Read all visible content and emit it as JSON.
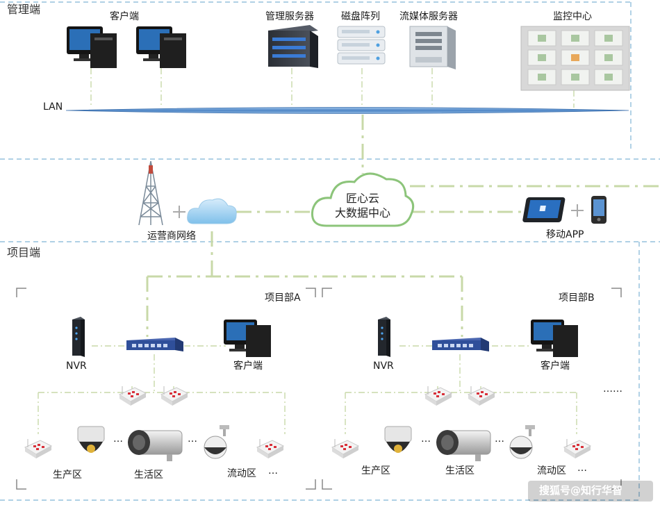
{
  "management": {
    "section_title": "管理端",
    "clients_label": "客户端",
    "mgmt_server_label": "管理服务器",
    "disk_array_label": "磁盘阵列",
    "media_server_label": "流媒体服务器",
    "monitor_center_label": "监控中心",
    "lan_label": "LAN"
  },
  "cloud": {
    "line1": "匠心云",
    "line2": "大数据中心",
    "carrier_label": "运营商网络",
    "mobile_label": "移动APP",
    "plus": "+"
  },
  "project": {
    "section_title": "项目端",
    "dept_a": {
      "title": "项目部A",
      "nvr_label": "NVR",
      "client_label": "客户端",
      "zone1": "生产区",
      "zone2": "生活区",
      "zone3": "流动区",
      "ellipsis": "…"
    },
    "dept_b": {
      "title": "项目部B",
      "nvr_label": "NVR",
      "client_label": "客户端",
      "zone1": "生产区",
      "zone2": "生活区",
      "zone3": "流动区",
      "ellipsis": "…",
      "more": "……"
    }
  },
  "watermark": "搜狐号@知行华智",
  "colors": {
    "section_border": "#7fb3d5",
    "link_line": "#c8d9a8",
    "cloud_stroke": "#8cc47a",
    "lan_bar": "#5b8fc7",
    "switch_blue": "#2f4f9a",
    "ap_red": "#d8303a"
  }
}
